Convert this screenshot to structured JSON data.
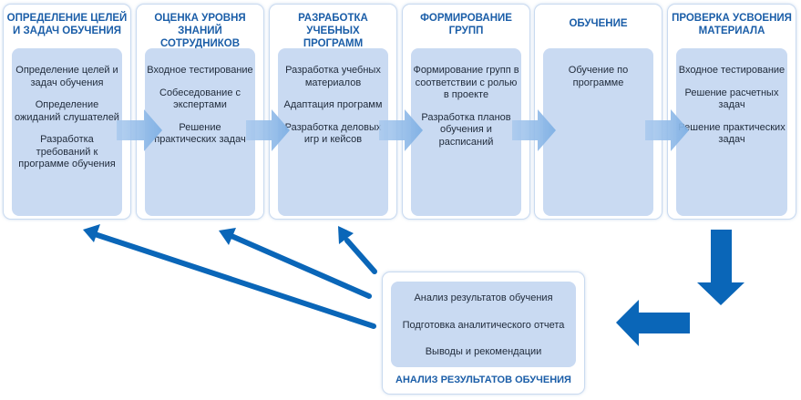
{
  "stages": [
    {
      "title_lines": [
        "ОПРЕДЕЛЕНИЕ ЦЕЛЕЙ",
        "И ЗАДАЧ ОБУЧЕНИЯ"
      ],
      "items": [
        "Определение целей и задач обучения",
        "Определение ожиданий слушателей",
        "Разработка требований к программе обучения"
      ]
    },
    {
      "title_lines": [
        "ОЦЕНКА УРОВНЯ",
        "ЗНАНИЙ СОТРУДНИКОВ"
      ],
      "items": [
        "Входное тестирование",
        "Собеседование с экспертами",
        "Решение практических задач"
      ]
    },
    {
      "title_lines": [
        "РАЗРАБОТКА УЧЕБНЫХ",
        "ПРОГРАММ"
      ],
      "items": [
        "Разработка учебных материалов",
        "Адаптация программ",
        "Разработка деловых игр и кейсов"
      ]
    },
    {
      "title_lines": [
        "ФОРМИРОВАНИЕ",
        "ГРУПП"
      ],
      "items": [
        "Формирование групп в соответствии с ролью в проекте",
        "Разработка планов обучения и расписаний"
      ]
    },
    {
      "title_lines": [
        "ОБУЧЕНИЕ"
      ],
      "items": [
        "Обучение по программе"
      ]
    },
    {
      "title_lines": [
        "ПРОВЕРКА УСВОЕНИЯ",
        "МАТЕРИАЛА"
      ],
      "items": [
        "Входное тестирование",
        "Решение расчетных задач",
        "Решение практических задач"
      ]
    }
  ],
  "analysis": {
    "title": "АНАЛИЗ РЕЗУЛЬТАТОВ ОБУЧЕНИЯ",
    "items": [
      "Анализ результатов обучения",
      "Подготовка аналитического отчета",
      "Выводы и рекомендации"
    ]
  },
  "colors": {
    "title_blue": "#1b5ea8",
    "panel_fill": "#c9daf2",
    "card_border": "#c9daf0",
    "flow_arrow": "#8fb8e6",
    "feedback_arrow": "#0a66b8"
  }
}
